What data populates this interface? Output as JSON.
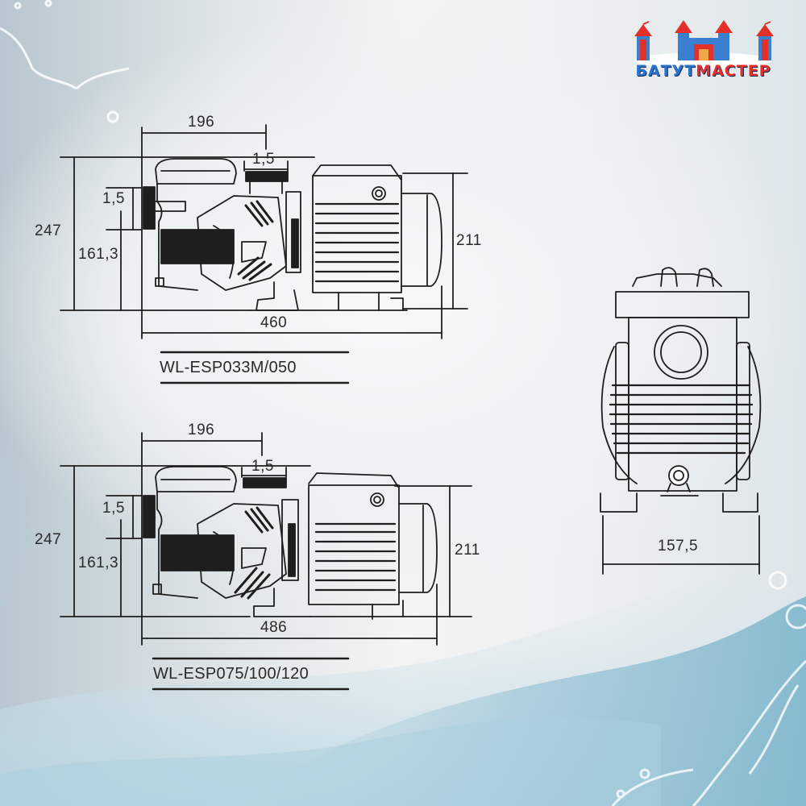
{
  "brand": {
    "logo_text_part1": "БАТУТ",
    "logo_text_part2": "МАСТЕР",
    "colors": {
      "blue": "#2a74c9",
      "red": "#e2312b",
      "outline": "#0d2c66"
    }
  },
  "drawings": [
    {
      "model": "WL-ESP033M/050",
      "view": "side",
      "dimensions": {
        "strainer_width": "196",
        "outlet_thread": "1,5",
        "inlet_thread": "1,5",
        "total_height": "247",
        "inlet_height": "161,3",
        "motor_height": "211",
        "total_length": "460"
      }
    },
    {
      "model": "WL-ESP075/100/120",
      "view": "side",
      "dimensions": {
        "strainer_width": "196",
        "outlet_thread": "1,5",
        "inlet_thread": "1,5",
        "total_height": "247",
        "inlet_height": "161,3",
        "motor_height": "211",
        "total_length": "486"
      }
    },
    {
      "view": "front",
      "dimensions": {
        "base_width": "157,5"
      }
    }
  ],
  "colors": {
    "line": "#1e1e1e",
    "text": "#2a2a2a",
    "water": "#9fc6d6"
  }
}
